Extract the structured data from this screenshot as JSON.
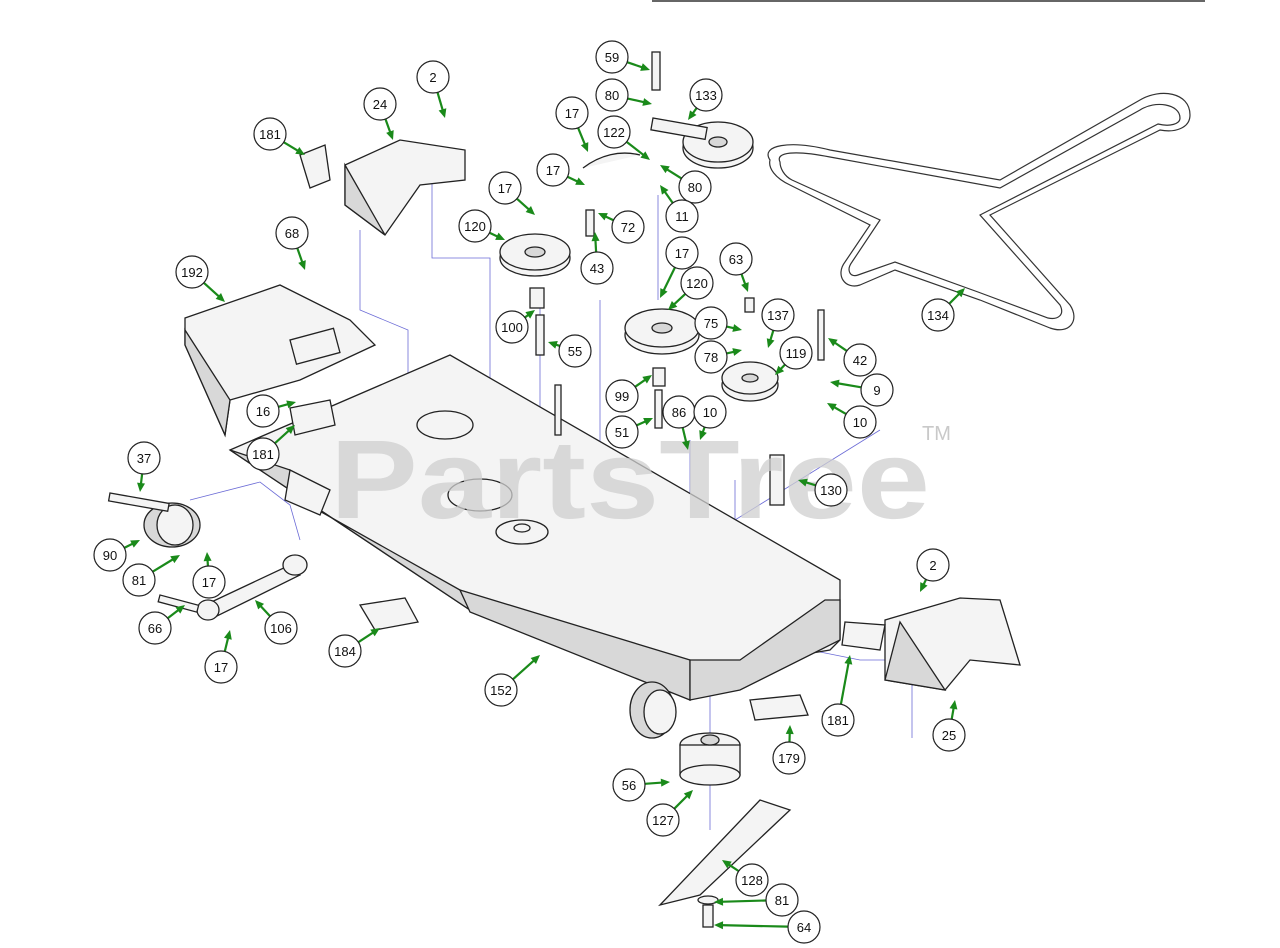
{
  "watermark": {
    "text": "PartsTree",
    "mark": "TM"
  },
  "callouts": [
    {
      "label": "59"
    },
    {
      "label": "80"
    },
    {
      "label": "133"
    },
    {
      "label": "17"
    },
    {
      "label": "122"
    },
    {
      "label": "17"
    },
    {
      "label": "80"
    },
    {
      "label": "72"
    },
    {
      "label": "11"
    },
    {
      "label": "43"
    },
    {
      "label": "2"
    },
    {
      "label": "24"
    },
    {
      "label": "181"
    },
    {
      "label": "17"
    },
    {
      "label": "120"
    },
    {
      "label": "17"
    },
    {
      "label": "120"
    },
    {
      "label": "63"
    },
    {
      "label": "68"
    },
    {
      "label": "192"
    },
    {
      "label": "100"
    },
    {
      "label": "55"
    },
    {
      "label": "75"
    },
    {
      "label": "137"
    },
    {
      "label": "78"
    },
    {
      "label": "119"
    },
    {
      "label": "42"
    },
    {
      "label": "134"
    },
    {
      "label": "9"
    },
    {
      "label": "99"
    },
    {
      "label": "16"
    },
    {
      "label": "86"
    },
    {
      "label": "10"
    },
    {
      "label": "10"
    },
    {
      "label": "51"
    },
    {
      "label": "181"
    },
    {
      "label": "37"
    },
    {
      "label": "130"
    },
    {
      "label": "90"
    },
    {
      "label": "81"
    },
    {
      "label": "17"
    },
    {
      "label": "2"
    },
    {
      "label": "66"
    },
    {
      "label": "106"
    },
    {
      "label": "184"
    },
    {
      "label": "17"
    },
    {
      "label": "152"
    },
    {
      "label": "181"
    },
    {
      "label": "25"
    },
    {
      "label": "179"
    },
    {
      "label": "56"
    },
    {
      "label": "127"
    },
    {
      "label": "128"
    },
    {
      "label": "81"
    },
    {
      "label": "64"
    }
  ]
}
